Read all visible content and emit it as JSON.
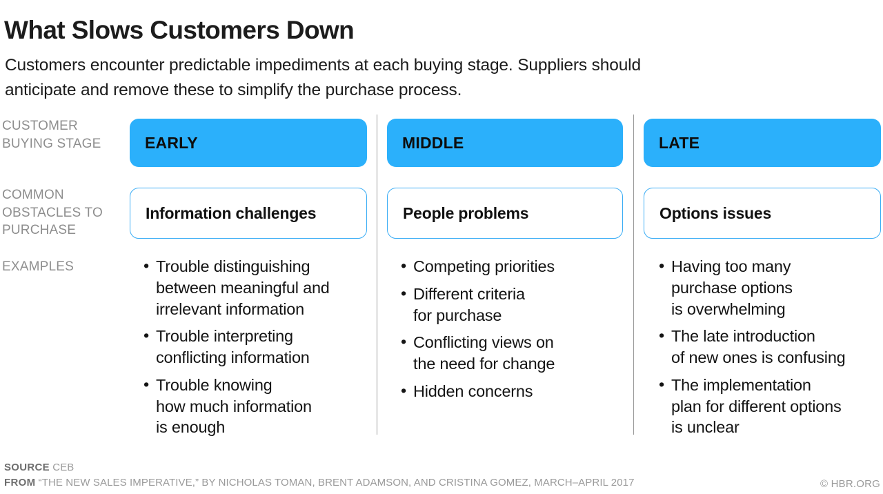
{
  "header": {
    "title": "What Slows Customers Down",
    "subtitle": "Customers encounter predictable impediments at each buying stage. Suppliers should anticipate and remove these to simplify the purchase process."
  },
  "row_labels": {
    "stage": "Customer buying stage",
    "obstacles": "Common obstacles to purchase",
    "examples": "Examples"
  },
  "colors": {
    "accent_blue": "#2bb0fb",
    "outline_blue": "#3badf5",
    "label_gray": "#8e8e8e",
    "divider_gray": "#9a9a9a",
    "text_black": "#141414"
  },
  "columns": [
    {
      "stage": "EARLY",
      "obstacle": "Information challenges",
      "bullet": "•",
      "examples": [
        "Trouble distinguishing\nbetween meaningful and\nirrelevant information",
        "Trouble interpreting\nconflicting information",
        "Trouble knowing\nhow much information\nis enough"
      ]
    },
    {
      "stage": "MIDDLE",
      "obstacle": "People problems",
      "bullet": "•",
      "examples": [
        "Competing priorities",
        "Different criteria\nfor purchase",
        "Conflicting views on\nthe need for change",
        "Hidden concerns"
      ]
    },
    {
      "stage": "LATE",
      "obstacle": "Options issues",
      "bullet": "•",
      "examples": [
        "Having too many\npurchase options\nis overwhelming",
        "The late introduction\nof new ones is confusing",
        "The implementation\nplan for different options\nis unclear"
      ]
    }
  ],
  "footer": {
    "source_key": "SOURCE",
    "source_value": "CEB",
    "from_key": "FROM",
    "from_value": "“THE NEW SALES IMPERATIVE,” BY NICHOLAS TOMAN, BRENT ADAMSON, AND CRISTINA GOMEZ, MARCH–APRIL 2017",
    "credit": "© HBR.ORG"
  }
}
